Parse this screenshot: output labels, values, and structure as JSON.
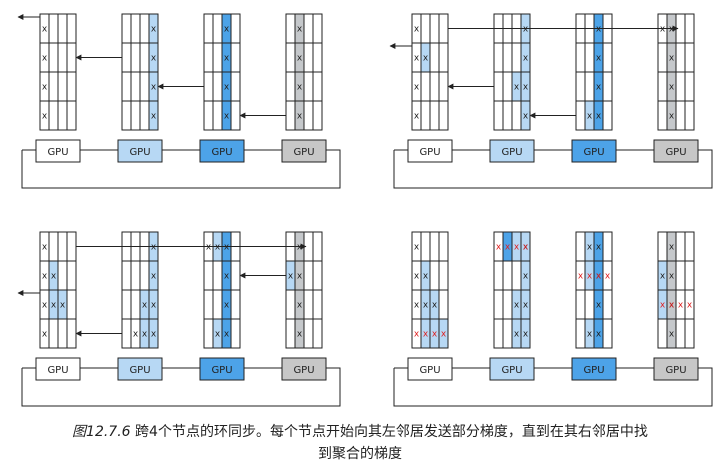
{
  "colors": {
    "light": "#b7d8f4",
    "mid": "#4da3e8",
    "gray": "#c7c7c7",
    "red_x": "#e02020",
    "black_x": "#222222"
  },
  "gpu_label": "GPU",
  "x_mark": "x",
  "gpu_fills": [
    "none",
    "light",
    "mid",
    "gray"
  ],
  "caption": {
    "figure_number": "图12.7.6",
    "line1": "跨4个节点的环同步。每个节点开始向其左邻居发送部分梯度，直到在其右邻居中找",
    "line2": "到聚合的梯度"
  },
  "panels": [
    {
      "id": "top-left",
      "x_marks": [
        [
          [
            0,
            0
          ],
          [
            0,
            1
          ],
          [
            0,
            2
          ],
          [
            0,
            3
          ]
        ],
        [
          [
            3,
            0
          ],
          [
            3,
            1
          ],
          [
            3,
            2
          ],
          [
            3,
            3
          ]
        ],
        [
          [
            2,
            0
          ],
          [
            2,
            1
          ],
          [
            2,
            2
          ],
          [
            2,
            3
          ]
        ],
        [
          [
            1,
            0
          ],
          [
            1,
            1
          ],
          [
            1,
            2
          ],
          [
            1,
            3
          ]
        ]
      ],
      "red_marks": [
        [],
        [],
        [],
        []
      ],
      "shaded": [
        [],
        [
          [
            3,
            0
          ],
          [
            3,
            1
          ],
          [
            3,
            2
          ],
          [
            3,
            3
          ]
        ],
        [
          [
            2,
            0
          ],
          [
            2,
            1
          ],
          [
            2,
            2
          ],
          [
            2,
            3
          ]
        ],
        [
          [
            1,
            0
          ],
          [
            1,
            1
          ],
          [
            1,
            2
          ],
          [
            1,
            3
          ]
        ]
      ],
      "arrows": [
        [
          0,
          0,
          "out"
        ],
        [
          1,
          1,
          "left"
        ],
        [
          2,
          2,
          "left"
        ],
        [
          3,
          3,
          "left"
        ]
      ]
    },
    {
      "id": "top-right",
      "x_marks": [
        [
          [
            0,
            0
          ],
          [
            0,
            1
          ],
          [
            1,
            1
          ],
          [
            0,
            2
          ],
          [
            0,
            3
          ]
        ],
        [
          [
            3,
            0
          ],
          [
            3,
            1
          ],
          [
            3,
            2
          ],
          [
            2,
            2
          ],
          [
            3,
            3
          ]
        ],
        [
          [
            2,
            0
          ],
          [
            2,
            1
          ],
          [
            2,
            2
          ],
          [
            2,
            3
          ],
          [
            1,
            3
          ]
        ],
        [
          [
            1,
            0
          ],
          [
            0,
            0
          ],
          [
            1,
            1
          ],
          [
            1,
            2
          ],
          [
            1,
            3
          ]
        ]
      ],
      "red_marks": [
        [],
        [],
        [],
        []
      ],
      "shaded": [
        [
          [
            1,
            1
          ]
        ],
        [
          [
            3,
            0
          ],
          [
            3,
            1
          ],
          [
            3,
            2
          ],
          [
            3,
            3
          ],
          [
            2,
            2
          ]
        ],
        [
          [
            2,
            0
          ],
          [
            2,
            1
          ],
          [
            2,
            2
          ],
          [
            2,
            3
          ],
          [
            1,
            3
          ]
        ],
        [
          [
            1,
            0
          ],
          [
            1,
            1
          ],
          [
            1,
            2
          ],
          [
            1,
            3
          ]
        ]
      ],
      "arrows": [
        [
          0,
          1,
          "out"
        ],
        [
          1,
          2,
          "left"
        ],
        [
          2,
          3,
          "left"
        ],
        [
          3,
          0,
          "wrap"
        ]
      ]
    },
    {
      "id": "bottom-left",
      "x_marks": [
        [
          [
            0,
            0
          ],
          [
            0,
            1
          ],
          [
            1,
            1
          ],
          [
            0,
            2
          ],
          [
            1,
            2
          ],
          [
            2,
            2
          ],
          [
            0,
            3
          ]
        ],
        [
          [
            3,
            0
          ],
          [
            3,
            1
          ],
          [
            3,
            2
          ],
          [
            2,
            2
          ],
          [
            3,
            3
          ],
          [
            2,
            3
          ],
          [
            1,
            3
          ]
        ],
        [
          [
            2,
            0
          ],
          [
            0,
            0
          ],
          [
            1,
            0
          ],
          [
            2,
            1
          ],
          [
            2,
            2
          ],
          [
            2,
            3
          ],
          [
            1,
            3
          ]
        ],
        [
          [
            1,
            0
          ],
          [
            1,
            1
          ],
          [
            0,
            1
          ],
          [
            1,
            2
          ],
          [
            1,
            3
          ]
        ]
      ],
      "red_marks": [
        [],
        [],
        [],
        []
      ],
      "shaded": [
        [
          [
            1,
            1
          ],
          [
            1,
            2
          ],
          [
            2,
            2
          ]
        ],
        [
          [
            3,
            0
          ],
          [
            3,
            1
          ],
          [
            3,
            2
          ],
          [
            3,
            3
          ],
          [
            2,
            2
          ],
          [
            2,
            3
          ]
        ],
        [
          [
            2,
            0
          ],
          [
            2,
            1
          ],
          [
            2,
            2
          ],
          [
            2,
            3
          ],
          [
            1,
            3
          ],
          [
            1,
            0
          ]
        ],
        [
          [
            1,
            0
          ],
          [
            1,
            1
          ],
          [
            1,
            2
          ],
          [
            1,
            3
          ],
          [
            0,
            1
          ]
        ]
      ],
      "arrows": [
        [
          0,
          2,
          "out"
        ],
        [
          1,
          3,
          "left"
        ],
        [
          2,
          0,
          "wrap"
        ],
        [
          3,
          1,
          "left"
        ]
      ]
    },
    {
      "id": "bottom-right",
      "x_marks": [
        [
          [
            0,
            0
          ],
          [
            0,
            1
          ],
          [
            1,
            1
          ],
          [
            0,
            2
          ],
          [
            1,
            2
          ],
          [
            2,
            2
          ]
        ],
        [
          [
            3,
            0
          ],
          [
            3,
            1
          ],
          [
            3,
            2
          ],
          [
            2,
            2
          ],
          [
            3,
            3
          ],
          [
            2,
            3
          ]
        ],
        [
          [
            2,
            0
          ],
          [
            1,
            0
          ],
          [
            2,
            1
          ],
          [
            2,
            2
          ],
          [
            2,
            3
          ],
          [
            1,
            3
          ]
        ],
        [
          [
            1,
            0
          ],
          [
            1,
            1
          ],
          [
            1,
            2
          ],
          [
            1,
            3
          ],
          [
            0,
            1
          ]
        ]
      ],
      "red_marks": [
        [
          [
            0,
            3
          ],
          [
            1,
            3
          ],
          [
            2,
            3
          ],
          [
            3,
            3
          ]
        ],
        [
          [
            0,
            0
          ],
          [
            1,
            0
          ],
          [
            2,
            0
          ],
          [
            3,
            0
          ]
        ],
        [
          [
            0,
            1
          ],
          [
            1,
            1
          ],
          [
            2,
            1
          ],
          [
            3,
            1
          ]
        ],
        [
          [
            0,
            2
          ],
          [
            1,
            2
          ],
          [
            2,
            2
          ],
          [
            3,
            2
          ]
        ]
      ],
      "shaded": [
        [
          [
            1,
            1
          ],
          [
            1,
            2
          ],
          [
            2,
            2
          ],
          [
            1,
            3
          ],
          [
            2,
            3
          ],
          [
            3,
            3
          ]
        ],
        [
          [
            3,
            0
          ],
          [
            3,
            1
          ],
          [
            3,
            2
          ],
          [
            3,
            3
          ],
          [
            2,
            2
          ],
          [
            2,
            3
          ],
          [
            1,
            0
          ],
          [
            2,
            0
          ]
        ],
        [
          [
            2,
            0
          ],
          [
            2,
            1
          ],
          [
            2,
            2
          ],
          [
            2,
            3
          ],
          [
            1,
            3
          ],
          [
            1,
            0
          ],
          [
            1,
            1
          ]
        ],
        [
          [
            1,
            0
          ],
          [
            1,
            1
          ],
          [
            1,
            2
          ],
          [
            1,
            3
          ],
          [
            0,
            1
          ],
          [
            0,
            2
          ]
        ]
      ],
      "arrows": []
    }
  ]
}
